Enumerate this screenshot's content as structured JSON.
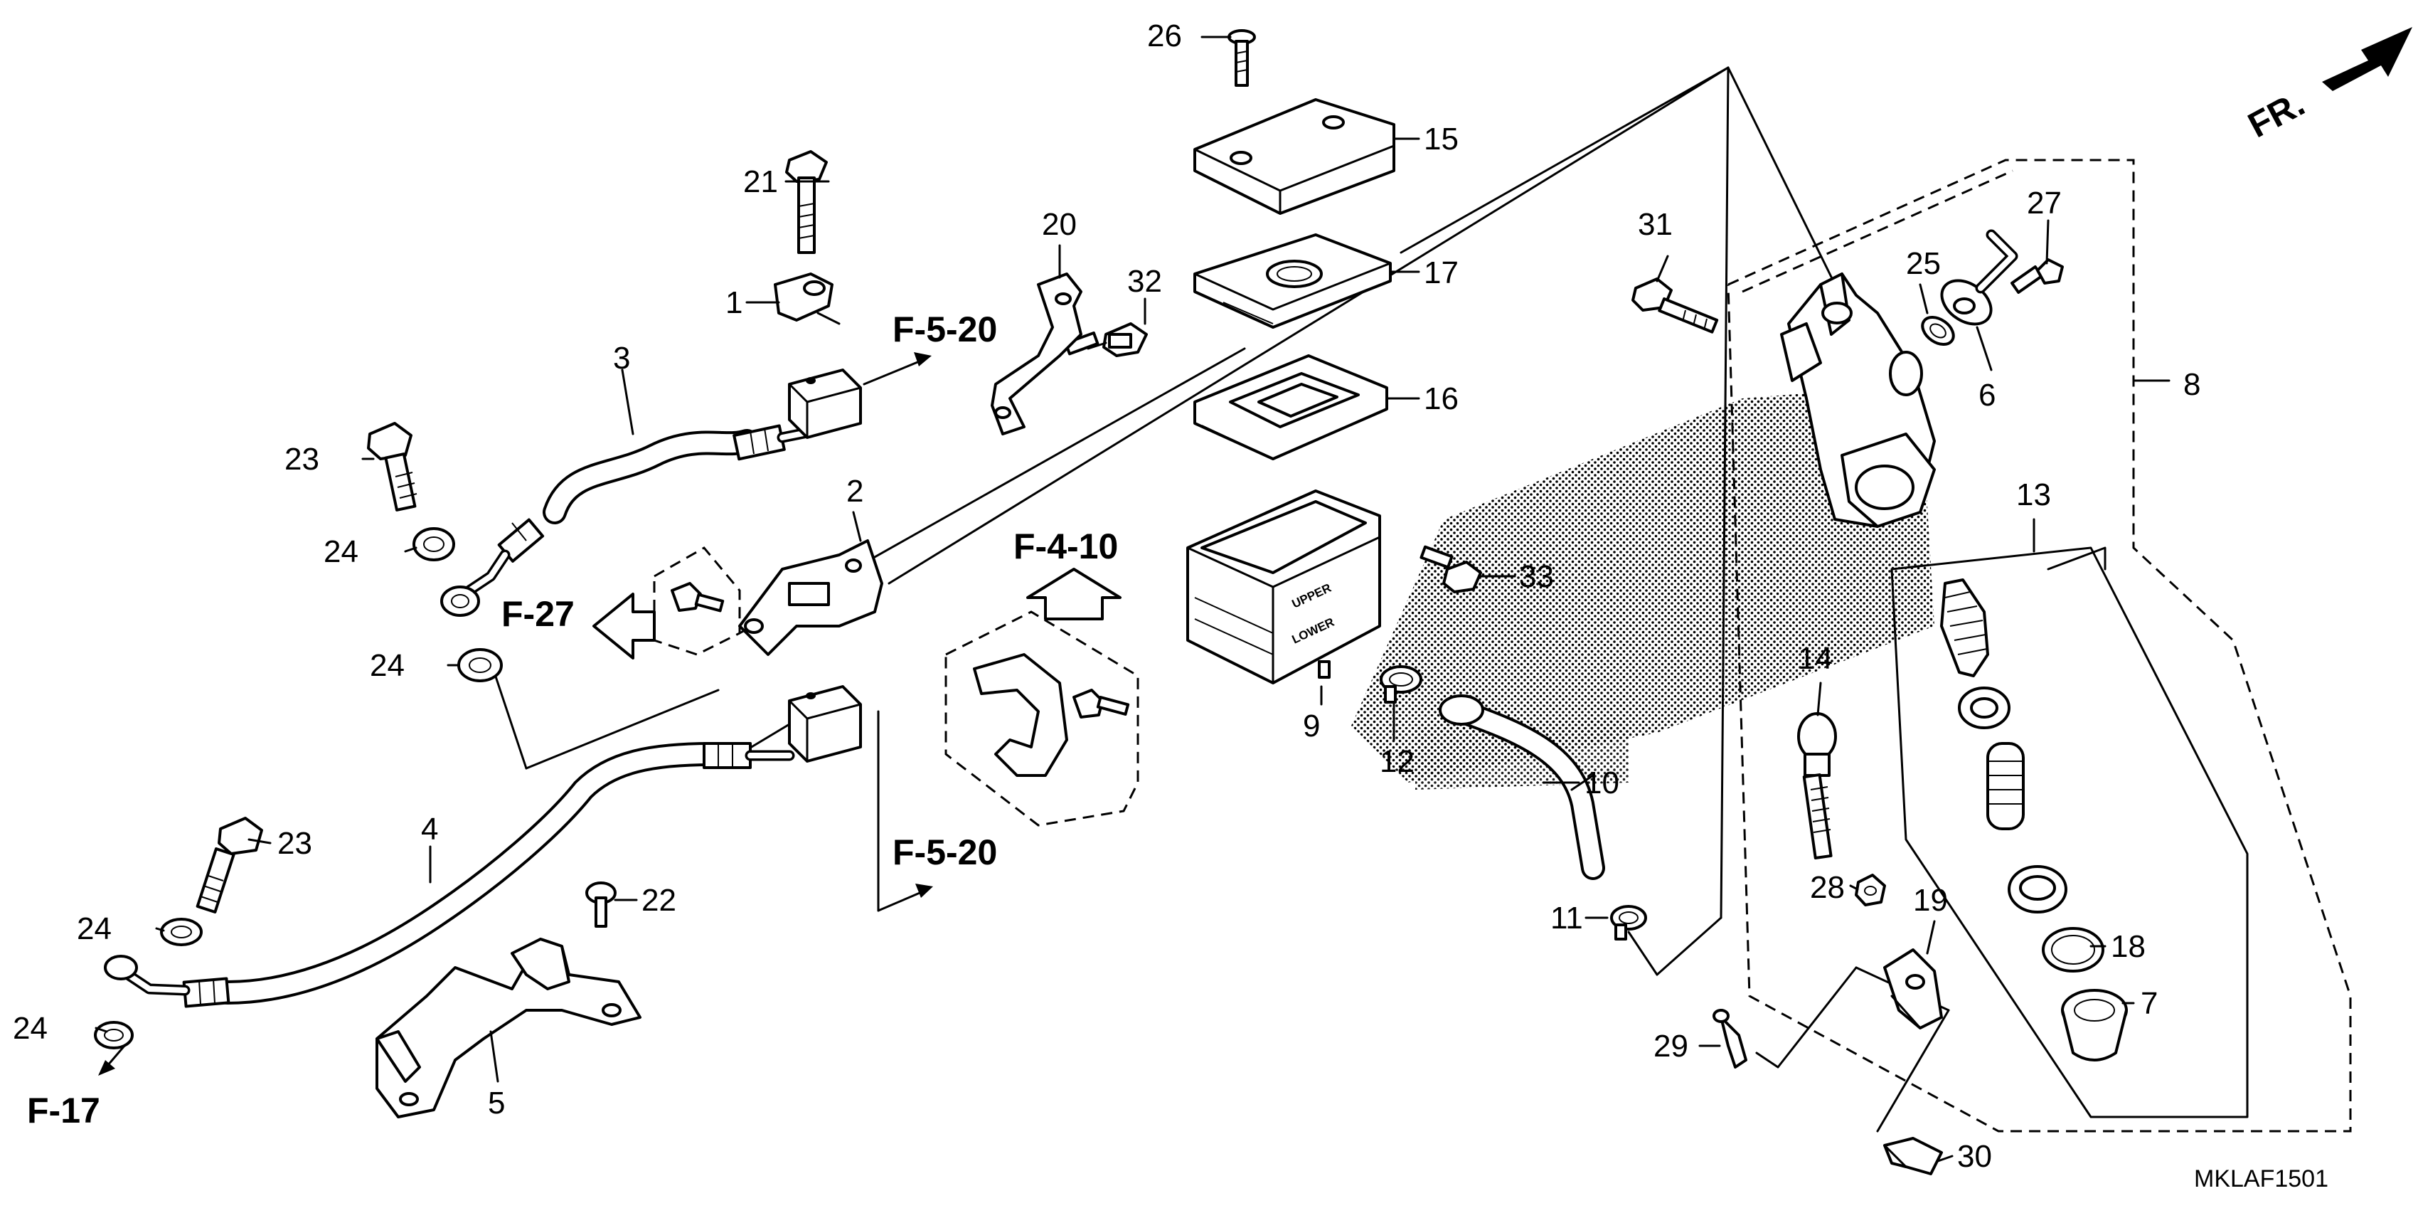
{
  "diagram": {
    "part_numbers": [
      "1",
      "2",
      "3",
      "4",
      "5",
      "6",
      "7",
      "8",
      "9",
      "10",
      "11",
      "12",
      "13",
      "14",
      "15",
      "16",
      "17",
      "18",
      "19",
      "20",
      "21",
      "22",
      "23",
      "23",
      "24",
      "24",
      "24",
      "24",
      "25",
      "26",
      "27",
      "28",
      "29",
      "30",
      "31",
      "32",
      "33"
    ],
    "references": [
      "F-5-20",
      "F-5-20",
      "F-4-10",
      "F-27",
      "F-17"
    ],
    "direction_label": "FR.",
    "reservoir_upper_mark": "UPPER",
    "reservoir_lower_mark": "LOWER",
    "diagram_code": "MKLAF1501"
  }
}
